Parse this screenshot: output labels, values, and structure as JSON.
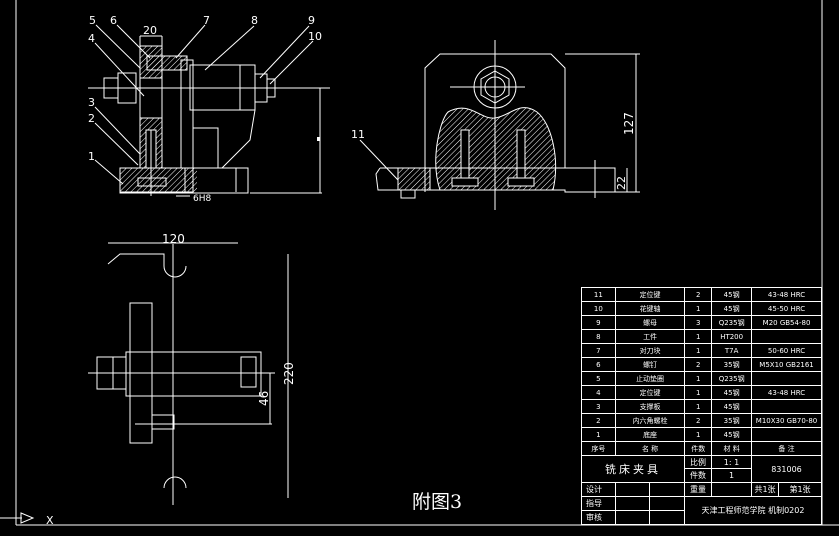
{
  "drawing": {
    "figure_label": "附图3",
    "front_view": {
      "balloons": [
        "1",
        "2",
        "3",
        "4",
        "5",
        "6",
        "7",
        "8",
        "9",
        "10"
      ],
      "dims": {
        "width_20": "20",
        "fit": "6H8"
      }
    },
    "side_view": {
      "balloons": [
        "11"
      ],
      "dims": {
        "height_127": "127",
        "height_22": "22"
      }
    },
    "top_view": {
      "dims": {
        "width_120": "120",
        "height_220": "220",
        "offset_46": "46"
      }
    },
    "ucs_axis_label": "X"
  },
  "parts_table": {
    "rows": [
      {
        "no": "11",
        "name": "定位键",
        "qty": "2",
        "material": "45钢",
        "note": "43-48 HRC"
      },
      {
        "no": "10",
        "name": "花键轴",
        "qty": "1",
        "material": "45钢",
        "note": "45-50 HRC"
      },
      {
        "no": "9",
        "name": "螺母",
        "qty": "3",
        "material": "Q235钢",
        "note": "M20 GB54-80"
      },
      {
        "no": "8",
        "name": "工件",
        "qty": "1",
        "material": "HT200",
        "note": ""
      },
      {
        "no": "7",
        "name": "对刀块",
        "qty": "1",
        "material": "T7A",
        "note": "50-60 HRC"
      },
      {
        "no": "6",
        "name": "螺钉",
        "qty": "2",
        "material": "35钢",
        "note": "M5X10 GB2161"
      },
      {
        "no": "5",
        "name": "止动垫圈",
        "qty": "1",
        "material": "Q235钢",
        "note": ""
      },
      {
        "no": "4",
        "name": "定位键",
        "qty": "1",
        "material": "45钢",
        "note": "43-48 HRC"
      },
      {
        "no": "3",
        "name": "支撑板",
        "qty": "1",
        "material": "45钢",
        "note": ""
      },
      {
        "no": "2",
        "name": "内六角螺栓",
        "qty": "2",
        "material": "35钢",
        "note": "M10X30 GB70-80"
      },
      {
        "no": "1",
        "name": "底座",
        "qty": "1",
        "material": "45钢",
        "note": ""
      }
    ],
    "header": {
      "no": "序号",
      "name": "名  称",
      "qty": "件数",
      "material": "材  料",
      "note": "备  注"
    }
  },
  "title_block": {
    "title": "铣床夹具",
    "scale_label": "比例",
    "scale_value": "1: 1",
    "count_label": "件数",
    "count_value": "1",
    "drawing_no": "831006",
    "designer_label": "设计",
    "weight_label": "重量",
    "sheets_total": "共1张",
    "sheet_no": "第1张",
    "instructor_label": "指导",
    "reviewer_label": "审核",
    "school": "天津工程师范学院 机制0202"
  }
}
